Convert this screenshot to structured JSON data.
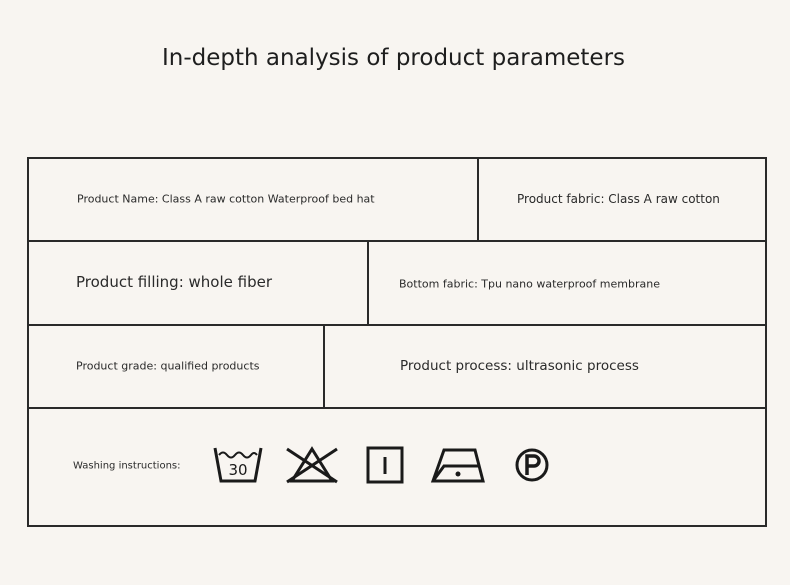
{
  "title": "In-depth analysis of product parameters",
  "rows": {
    "name": "Product Name: Class A raw cotton Waterproof bed hat",
    "fabric": "Product fabric: Class A raw cotton",
    "filling": "Product filling: whole fiber",
    "bottom": "Bottom fabric: Tpu nano waterproof membrane",
    "grade": "Product grade: qualified products",
    "process": "Product process: ultrasonic process",
    "washing": "Washing instructions:"
  },
  "icons": {
    "wash_temp": "30",
    "items": [
      "wash-30-icon",
      "do-not-bleach-icon",
      "tumble-dry-icon",
      "iron-low-icon",
      "dry-clean-p-icon"
    ]
  }
}
